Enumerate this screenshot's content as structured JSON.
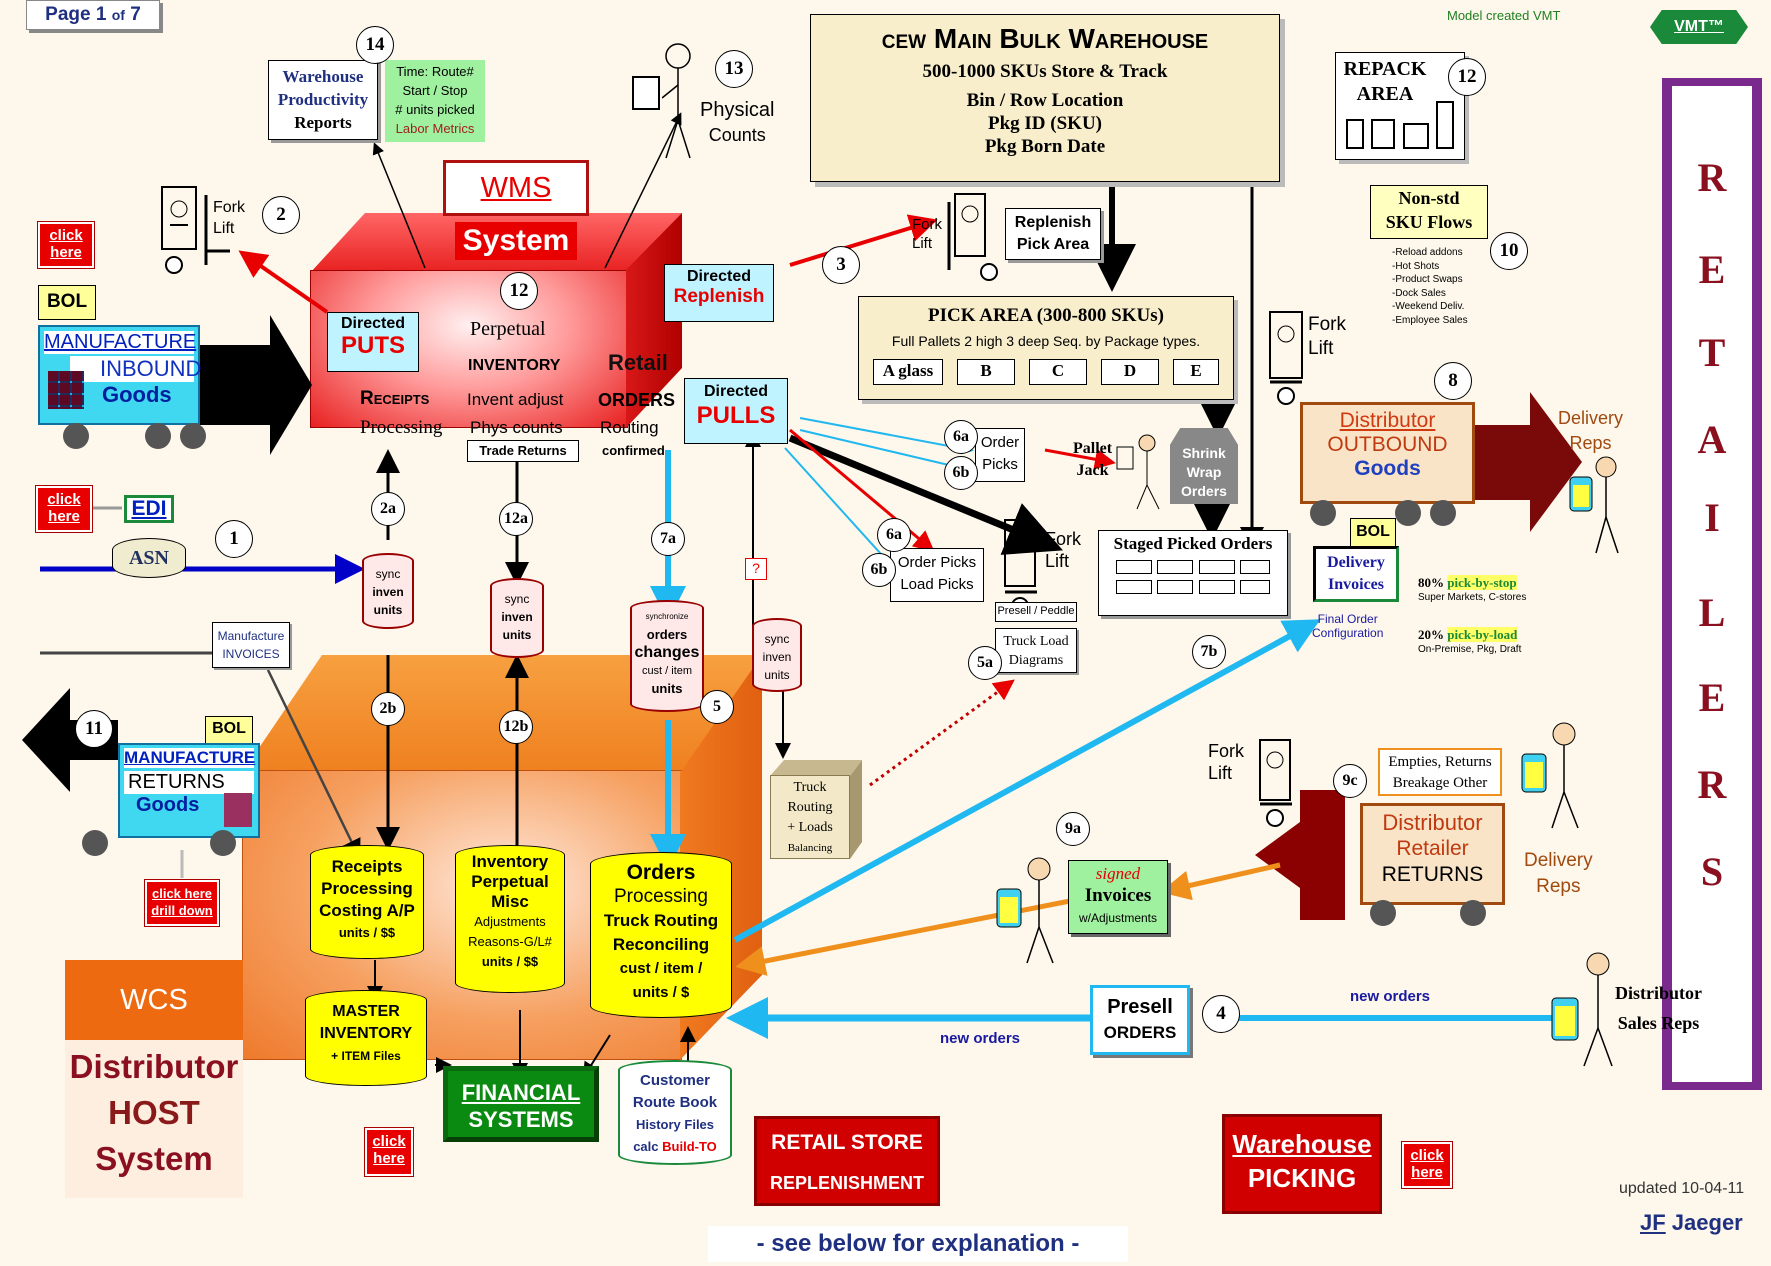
{
  "page": {
    "label": "Page",
    "num": "1",
    "of": "of",
    "total": "7"
  },
  "model_note": "Model created VMT",
  "vmt_badge": "VMT™",
  "retailers_letters": [
    "R",
    "E",
    "T",
    "A",
    "I",
    "L",
    "E",
    "R",
    "S"
  ],
  "updated": "updated 10-04-11",
  "author": {
    "initials": "JF",
    "name": " Jaeger"
  },
  "see_below": "- see below for explanation -",
  "click_here": "click here",
  "click_drill": "click here drill down",
  "wms": {
    "title": "WMS",
    "system": "System"
  },
  "wms_block": {
    "perpetual": "Perpetual",
    "inventory": "Inventory",
    "retail": "Retail",
    "receipts": "Receipts",
    "invent_adjust": "Invent adjust",
    "orders": "ORDERS",
    "processing": "Processing",
    "phys_counts": "Phys counts",
    "routing": "Routing",
    "trade_returns": "Trade Returns",
    "confirmed": "confirmed"
  },
  "directed_puts": {
    "top": "Directed",
    "main": "PUTS"
  },
  "directed_replenish": {
    "top": "Directed",
    "main": "Replenish"
  },
  "directed_pulls": {
    "top": "Directed",
    "main": "PULLS"
  },
  "productivity": {
    "title": [
      "Warehouse",
      "Productivity",
      "Reports"
    ],
    "time": [
      "Time: Route#",
      "Start / Stop",
      "# units picked",
      "Labor Metrics"
    ]
  },
  "physical_counts": [
    "Physical",
    "Counts"
  ],
  "fork_lift": "Fork Lift",
  "main_bulk": {
    "title_pre": "CEW",
    "title": "Main Bulk Warehouse",
    "line1": "500-1000  SKUs  Store & Track",
    "line2": "Bin / Row Location",
    "line3": "Pkg ID (SKU)",
    "line4": "Pkg Born Date"
  },
  "repack": {
    "title": [
      "REPACK",
      "AREA"
    ]
  },
  "replenish_pick": [
    "Replenish",
    "Pick Area"
  ],
  "pick_area": {
    "title": "PICK AREA  (300-800 SKUs)",
    "sub": "Full Pallets 2 high 3 deep   Seq. by Package types.",
    "cells": [
      "A glass",
      "B",
      "C",
      "D",
      "E"
    ]
  },
  "nonstd": {
    "title": [
      "Non-std",
      "SKU Flows"
    ],
    "items": [
      "-Reload addons",
      "-Hot Shots",
      "-Product Swaps",
      "-Dock Sales",
      "-Weekend Deliv.",
      "-Employee Sales"
    ]
  },
  "shrink_wrap": [
    "Shrink",
    "Wrap",
    "Orders"
  ],
  "staged": "Staged Picked Orders",
  "distributor_outbound": [
    "Distributor",
    "OUTBOUND",
    "Goods"
  ],
  "delivery_reps": [
    "Delivery",
    "Reps"
  ],
  "bol": "BOL",
  "delivery_invoices": [
    "Delivery",
    "Invoices"
  ],
  "final_order": [
    "Final Order",
    "Configuration"
  ],
  "pick_by_stop": {
    "pct": "80%",
    "label": "pick-by-stop",
    "sub": "Super Markets, C-stores"
  },
  "pick_by_load": {
    "pct": "20%",
    "label": "pick-by-load",
    "sub": "On-Premise, Pkg, Draft"
  },
  "order_picks": [
    "Order",
    "Picks"
  ],
  "pallet_jack": [
    "Pallet",
    "Jack"
  ],
  "order_load_picks": [
    "Order Picks",
    "Load Picks"
  ],
  "presell_peddle": "Presell / Peddle",
  "truck_load": [
    "Truck Load",
    "Diagrams"
  ],
  "manufacture_inbound": [
    "MANUFACTURE",
    "INBOUND",
    "Goods"
  ],
  "edi": "EDI",
  "asn": "ASN",
  "manufacture_invoices": [
    "Manufacture",
    "INVOICES"
  ],
  "manufacture_returns": [
    "MANUFACTURE",
    "RETURNS",
    "Goods"
  ],
  "sync_inven": [
    "sync",
    "inven",
    "units"
  ],
  "sync_orders": [
    "synchronize",
    "orders",
    "changes",
    "cust / item",
    "units"
  ],
  "question": "?",
  "truck_routing": [
    "Truck",
    "Routing",
    "+ Loads",
    "Balancing"
  ],
  "host": {
    "receipts": [
      "Receipts",
      "Processing",
      "Costing A/P",
      "units / $$"
    ],
    "inventory": [
      "Inventory",
      "Perpetual",
      "Misc",
      "Adjustments",
      "Reasons-G/L#",
      "units / $$"
    ],
    "orders": [
      "Orders",
      "Processing",
      "Truck Routing",
      "Reconciling",
      "cust / item /",
      "units / $"
    ],
    "master": [
      "MASTER",
      "INVENTORY",
      "+ ITEM Files"
    ],
    "financial": [
      "FINANCIAL",
      "SYSTEMS"
    ],
    "customer": [
      "Customer",
      "Route Book",
      "History Files",
      "calc"
    ],
    "build_to": "Build-TO"
  },
  "wcs": "WCS",
  "distributor_host": [
    "Distributor",
    "HOST",
    "System"
  ],
  "retail_store": [
    "RETAIL STORE",
    "REPLENISHMENT"
  ],
  "warehouse_picking": [
    "Warehouse",
    "PICKING"
  ],
  "empties": [
    "Empties, Returns",
    "Breakage Other"
  ],
  "distributor_returns": [
    "Distributor",
    "Retailer",
    "RETURNS"
  ],
  "signed_invoices": [
    "signed",
    "Invoices",
    "w/Adjustments"
  ],
  "presell_orders": [
    "Presell",
    "ORDERS"
  ],
  "new_orders": "new orders",
  "distributor_sales": [
    "Distributor",
    "Sales Reps"
  ],
  "step_numbers": [
    "1",
    "2",
    "2a",
    "2b",
    "3",
    "4",
    "5",
    "5a",
    "6a",
    "6b",
    "7a",
    "7b",
    "8",
    "9a",
    "9c",
    "10",
    "11",
    "12",
    "12a",
    "12b",
    "13",
    "14"
  ],
  "colors": {
    "red": "#e80000",
    "blue": "#0000c8",
    "cyan": "#20b8f0",
    "orange": "#f0901c",
    "purple": "#7a2a8c",
    "green": "#008000",
    "yellow": "#ffff00"
  }
}
